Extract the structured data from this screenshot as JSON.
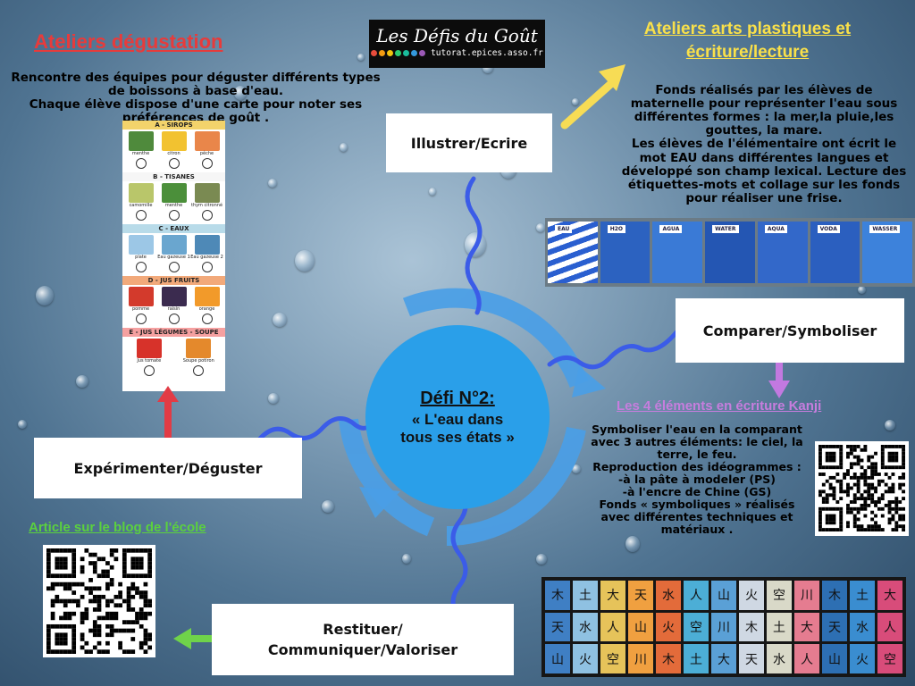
{
  "logo": {
    "title": "Les Défis du Goût",
    "subtitle": "tutorat.epices.asso.fr",
    "colors": [
      "#e74c3c",
      "#f39c12",
      "#f1c40f",
      "#2ecc71",
      "#1abc9c",
      "#3498db",
      "#9b59b6"
    ]
  },
  "degustation": {
    "title": "Ateliers dégustation",
    "description": "Rencontre des équipes pour déguster  différents types de boissons à base d'eau.\nChaque élève dispose d'une carte pour noter ses préférences de goût .",
    "title_color": "#e73b3b"
  },
  "arts": {
    "title_line1": "Ateliers arts plastiques et",
    "title_line2": "écriture/lecture",
    "description": "Fonds réalisés par les élèves de maternelle pour représenter l'eau sous différentes formes : la mer,la pluie,les gouttes, la mare.\nLes élèves de l'élémentaire ont écrit le mot EAU dans différentes langues et développé son champ lexical. Lecture des étiquettes-mots et collage sur les fonds pour réaliser une frise.",
    "title_color": "#f9e04a"
  },
  "kanji": {
    "title": "Les 4 éléments en écriture Kanji",
    "description": "Symboliser l'eau en la comparant avec 3  autres éléments: le ciel, la terre, le feu.\nReproduction des idéogrammes :\n-à la pâte à modeler (PS)\n-à l'encre de Chine (GS)\nFonds « symboliques » réalisés avec différentes techniques et matériaux .",
    "title_color": "#c77dde"
  },
  "blog": {
    "title": "Article sur le blog de l'école",
    "title_color": "#5bd13e"
  },
  "center": {
    "line1": "Défi N°2:",
    "line2": "« L'eau dans",
    "line3": "tous ses états »",
    "color": "#2a9fe9"
  },
  "steps": {
    "illustrer": "Illustrer/Ecrire",
    "comparer": "Comparer/Symboliser",
    "experimenter": "Expérimenter/Déguster",
    "restituer_line1": "Restituer/",
    "restituer_line2": "Communiquer/Valoriser"
  },
  "arrow_colors": {
    "yellow": "#f7dc55",
    "purple": "#c279e0",
    "red": "#e23b45",
    "green": "#6fd34a",
    "wave": "#3b5ce8"
  },
  "card": {
    "sections": [
      {
        "header": "A - SIROPS",
        "color": "#f3d36b",
        "items": [
          "menthe",
          "citron",
          "pêche"
        ],
        "pics": [
          "#4f8a3c",
          "#f2c230",
          "#e9864a"
        ]
      },
      {
        "header": "B - TISANES",
        "color": "#f6f6f6",
        "items": [
          "camomille",
          "menthe",
          "thym citronné"
        ],
        "pics": [
          "#b9c66a",
          "#4b8f3a",
          "#7a8a52"
        ]
      },
      {
        "header": "C - EAUX",
        "color": "#b8dbe9",
        "items": [
          "plate",
          "Eau gazeuse 1",
          "Eau gazeuse 2"
        ],
        "pics": [
          "#9cc7e6",
          "#6aa6cf",
          "#4e89b7"
        ]
      },
      {
        "header": "D - JUS FRUITS",
        "color": "#f2a97a",
        "items": [
          "pomme",
          "raisin",
          "orange"
        ],
        "pics": [
          "#d33a2c",
          "#3b2b4f",
          "#f29a2a"
        ]
      },
      {
        "header": "E - JUS LÉGUMES - SOUPE",
        "color": "#f5a0a0",
        "items": [
          "Jus tomate",
          "Soupe potiron"
        ],
        "pics": [
          "#d7322a",
          "#e4892c"
        ]
      }
    ]
  },
  "frieze": {
    "labels": [
      "EAU",
      "H2O",
      "AGUA",
      "WATER",
      "AQUA",
      "VODA",
      "WASSER"
    ]
  }
}
